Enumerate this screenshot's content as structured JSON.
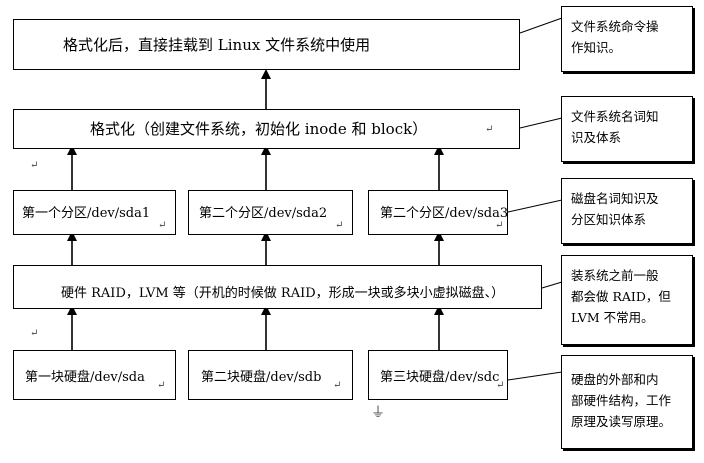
{
  "layers": {
    "top": "格式化后，直接挂载到 Linux 文件系统中使用",
    "format": "格式化（创建文件系统，初始化 inode 和 block）",
    "partitions": [
      "第一个分区/dev/sda1",
      "第二个分区/dev/sda2",
      "第二个分区/dev/sda3"
    ],
    "raid": "硬件 RAID，LVM 等（开机的时候做 RAID，形成一块或多块小虚拟磁盘、）",
    "disks": [
      "第一块硬盘/dev/sda",
      "第二块硬盘/dev/sdb",
      "第三块硬盘/dev/sdc"
    ]
  },
  "notes": [
    [
      "文件系统命令操",
      "作知识。"
    ],
    [
      "文件系统名词知",
      "识及体系"
    ],
    [
      "磁盘名词知识及",
      "分区知识体系"
    ],
    [
      "装系统之前一般",
      "都会做 RAID，但",
      "LVM 不常用。"
    ],
    [
      "硬盘的外部和内",
      "部硬件结构，工作",
      "原理及读写原理。"
    ]
  ],
  "marks": {
    "paragraph": "↵",
    "anchor": "⏚"
  }
}
